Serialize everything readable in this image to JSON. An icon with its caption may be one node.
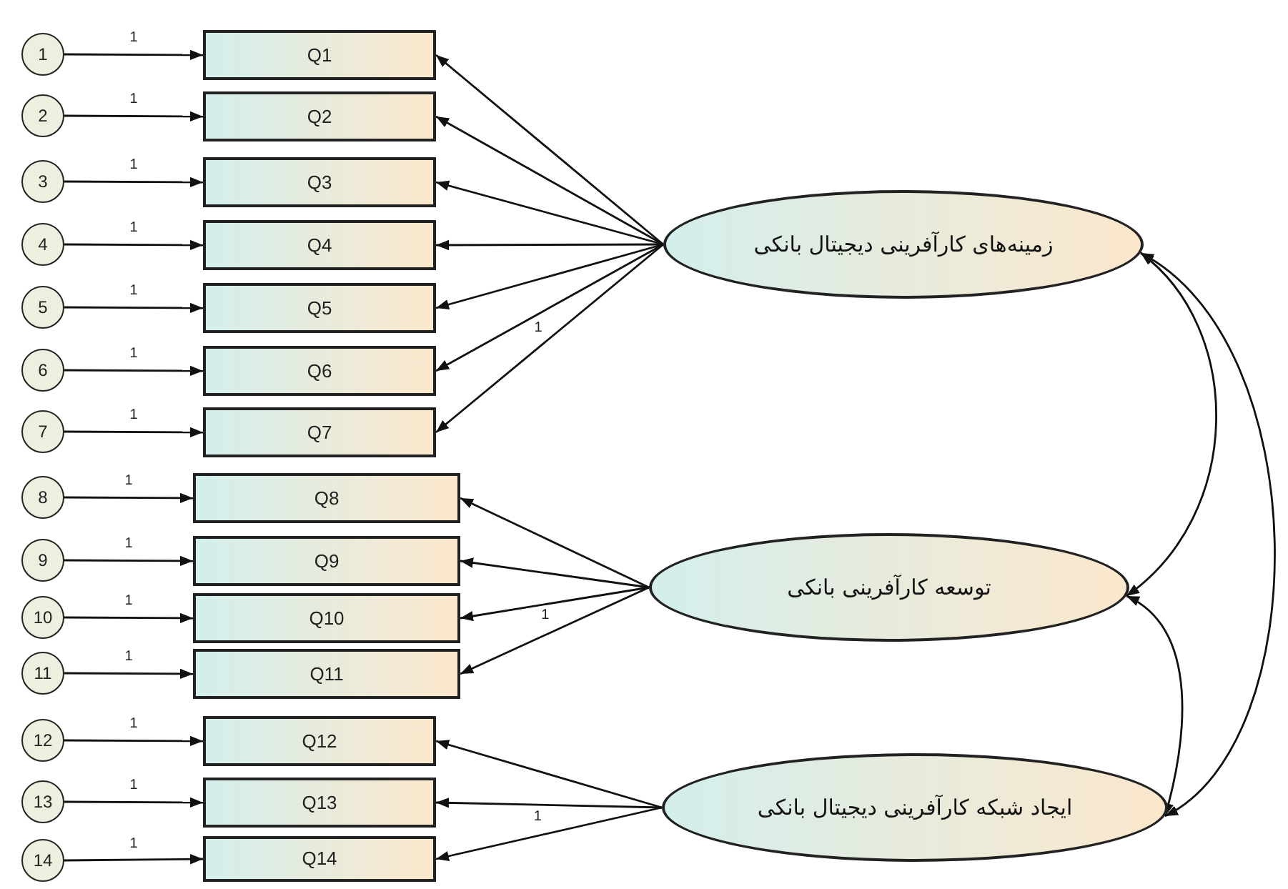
{
  "diagram": {
    "nodes": [
      {
        "text": [
          "1"
        ]
      },
      {
        "text": [
          "2"
        ]
      },
      {
        "text": [
          "3"
        ]
      },
      {
        "text": [
          "4"
        ]
      },
      {
        "text": [
          "5"
        ]
      },
      {
        "text": [
          "6"
        ]
      },
      {
        "text": [
          "7"
        ]
      },
      {
        "text": [
          "8"
        ]
      },
      {
        "text": [
          "9"
        ]
      },
      {
        "text": [
          "10"
        ]
      },
      {
        "text": [
          "11"
        ]
      },
      {
        "text": [
          "12"
        ]
      },
      {
        "text": [
          "13"
        ]
      },
      {
        "text": [
          "14"
        ]
      },
      {
        "text": [
          "Q1"
        ]
      },
      {
        "text": [
          "Q2"
        ]
      },
      {
        "text": [
          "Q3"
        ]
      },
      {
        "text": [
          "Q4"
        ]
      },
      {
        "text": [
          "Q5"
        ]
      },
      {
        "text": [
          "Q6"
        ]
      },
      {
        "text": [
          "Q7"
        ]
      },
      {
        "text": [
          "Q8"
        ]
      },
      {
        "text": [
          "Q9"
        ]
      },
      {
        "text": [
          "Q10"
        ]
      },
      {
        "text": [
          "Q11"
        ]
      },
      {
        "text": [
          "Q12"
        ]
      },
      {
        "text": [
          "Q13"
        ]
      },
      {
        "text": [
          "Q14"
        ]
      },
      {
        "text": [
          "زمینه‌های کارآفرینی دیجیتال بانکی"
        ]
      },
      {
        "text": [
          "توسعه کارآفرینی بانکی"
        ]
      },
      {
        "text": [
          "ایجاد شبکه کارآفرینی دیجیتال بانکی"
        ]
      }
    ],
    "edges": [
      {
        "from": 0,
        "to": 14,
        "arrow": "to",
        "label": "1"
      },
      {
        "from": 1,
        "to": 15,
        "arrow": "to",
        "label": "1"
      },
      {
        "from": 2,
        "to": 16,
        "arrow": "to",
        "label": "1"
      },
      {
        "from": 3,
        "to": 17,
        "arrow": "to",
        "label": "1"
      },
      {
        "from": 4,
        "to": 18,
        "arrow": "to",
        "label": "1"
      },
      {
        "from": 5,
        "to": 19,
        "arrow": "to",
        "label": "1"
      },
      {
        "from": 6,
        "to": 20,
        "arrow": "to",
        "label": "1"
      },
      {
        "from": 7,
        "to": 21,
        "arrow": "to",
        "label": "1"
      },
      {
        "from": 8,
        "to": 22,
        "arrow": "to",
        "label": "1"
      },
      {
        "from": 9,
        "to": 23,
        "arrow": "to",
        "label": "1"
      },
      {
        "from": 10,
        "to": 24,
        "arrow": "to",
        "label": "1"
      },
      {
        "from": 11,
        "to": 25,
        "arrow": "to",
        "label": "1"
      },
      {
        "from": 12,
        "to": 26,
        "arrow": "to",
        "label": "1"
      },
      {
        "from": 13,
        "to": 27,
        "arrow": "to",
        "label": "1"
      },
      {
        "from": 28,
        "to": 14,
        "arrow": "to"
      },
      {
        "from": 28,
        "to": 15,
        "arrow": "to"
      },
      {
        "from": 28,
        "to": 16,
        "arrow": "to"
      },
      {
        "from": 28,
        "to": 17,
        "arrow": "to"
      },
      {
        "from": 28,
        "to": 18,
        "arrow": "to"
      },
      {
        "from": 28,
        "to": 19,
        "arrow": "to"
      },
      {
        "from": 28,
        "to": 20,
        "arrow": "to",
        "label": "1"
      },
      {
        "from": 29,
        "to": 21,
        "arrow": "to"
      },
      {
        "from": 29,
        "to": 22,
        "arrow": "to"
      },
      {
        "from": 29,
        "to": 23,
        "arrow": "to"
      },
      {
        "from": 29,
        "to": 24,
        "arrow": "to",
        "label": "1"
      },
      {
        "from": 30,
        "to": 25,
        "arrow": "to"
      },
      {
        "from": 30,
        "to": 26,
        "arrow": "to"
      },
      {
        "from": 30,
        "to": 27,
        "arrow": "to",
        "label": "1"
      },
      {
        "from": 28,
        "to": 29,
        "arrow": "both"
      },
      {
        "from": 29,
        "to": 30,
        "arrow": "both"
      },
      {
        "from": 28,
        "to": 30,
        "arrow": "both"
      }
    ]
  }
}
